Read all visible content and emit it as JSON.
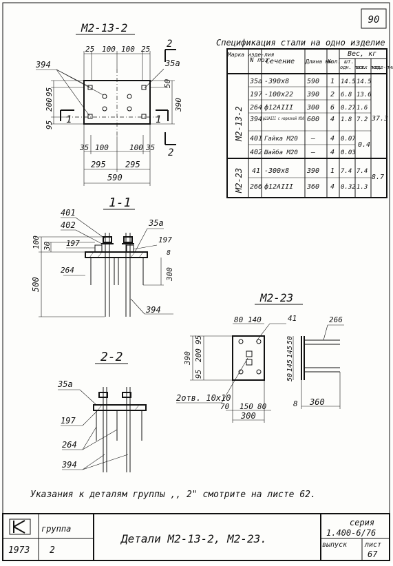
{
  "sheet_number_top": "90",
  "view_m2_13_2": {
    "title": "М2-13-2",
    "top_dims": [
      "25",
      "100",
      "100",
      "25"
    ],
    "left_dims": [
      "95",
      "200",
      "95"
    ],
    "right_dims": [
      "50",
      "390"
    ],
    "bottom_dims": [
      "35",
      "100",
      "100",
      "35"
    ],
    "half_dims": [
      "295",
      "295"
    ],
    "total_width": "590",
    "part_394": "394",
    "part_35a": "35а",
    "section_marks": {
      "s2_top": "2",
      "s2_bottom": "2",
      "s1_left": "1",
      "s1_right": "1"
    }
  },
  "spec_table": {
    "title": "Спецификация стали на одно изделие",
    "headers": {
      "brand": "Марка изде-лия",
      "pos": "N поз.",
      "section": "Сечение",
      "length": "Длина мм",
      "qty": "Кол. шт.",
      "weight_group": "Вес, кг",
      "w_one": "одн. поз.",
      "w_all": "всех поз.",
      "w_item": "изде-лия"
    },
    "groups": [
      {
        "brand": "М2-13-2",
        "item_weight": "37.3",
        "rows": [
          {
            "pos": "35а",
            "section": "-390x8",
            "length": "590",
            "qty": "1",
            "w_one": "14.5",
            "w_all": "14.5"
          },
          {
            "pos": "197",
            "section": "-100x22",
            "length": "390",
            "qty": "2",
            "w_one": "6.8",
            "w_all": "13.6"
          },
          {
            "pos": "264",
            "section": "ф12AIII",
            "length": "300",
            "qty": "6",
            "w_one": "0.27",
            "w_all": "1.6"
          },
          {
            "pos": "394",
            "section": "ф22AIII с нарезкой М20",
            "length": "600",
            "qty": "4",
            "w_one": "1.8",
            "w_all": "7.2"
          },
          {
            "pos": "401",
            "section": "Гайка М20",
            "length": "—",
            "qty": "4",
            "w_one": "0.07",
            "w_all": "0.4"
          },
          {
            "pos": "402",
            "section": "Шайба М20",
            "length": "—",
            "qty": "4",
            "w_one": "0.03",
            "w_all": ""
          }
        ]
      },
      {
        "brand": "М2-23",
        "item_weight": "8.7",
        "rows": [
          {
            "pos": "41",
            "section": "-300x8",
            "length": "390",
            "qty": "1",
            "w_one": "7.4",
            "w_all": "7.4"
          },
          {
            "pos": "266",
            "section": "ф12AIII",
            "length": "360",
            "qty": "4",
            "w_one": "0.32",
            "w_all": "1.3"
          }
        ]
      }
    ]
  },
  "section_1_1": {
    "title": "1-1",
    "labels": {
      "p401": "401",
      "p402": "402",
      "p35a": "35а",
      "p197a": "197",
      "p197b": "197",
      "p394": "394"
    },
    "dims": {
      "d100": "100",
      "d30": "30",
      "d8": "8",
      "d264": "264",
      "d300": "300",
      "d500": "500"
    }
  },
  "view_m2_23": {
    "title": "М2-23",
    "top_dims": [
      "80",
      "140"
    ],
    "part_41": "41",
    "part_266": "266",
    "left_dims": [
      "390",
      "95",
      "200",
      "95"
    ],
    "right_dims": [
      "50",
      "145",
      "145",
      "50"
    ],
    "holes_note": "2отв. 10x10",
    "bottom_dims": [
      "70",
      "150",
      "80"
    ],
    "width": "300",
    "thickness": "8",
    "bar_length": "360"
  },
  "section_2_2": {
    "title": "2-2",
    "labels": {
      "p35a": "35а",
      "p197": "197",
      "p264": "264",
      "p394": "394"
    }
  },
  "note": "Указания к деталям группы ,, 2\" смотрите на листе 62.",
  "title_block": {
    "group_label": "группа",
    "group_value": "2",
    "year": "1973",
    "title": "Детали М2-13-2, М2-23.",
    "series_label": "серия",
    "series_value": "1.400-6/76",
    "issue_label": "выпуск",
    "issue_value": "",
    "sheet_label": "лист",
    "sheet_value": "67"
  }
}
